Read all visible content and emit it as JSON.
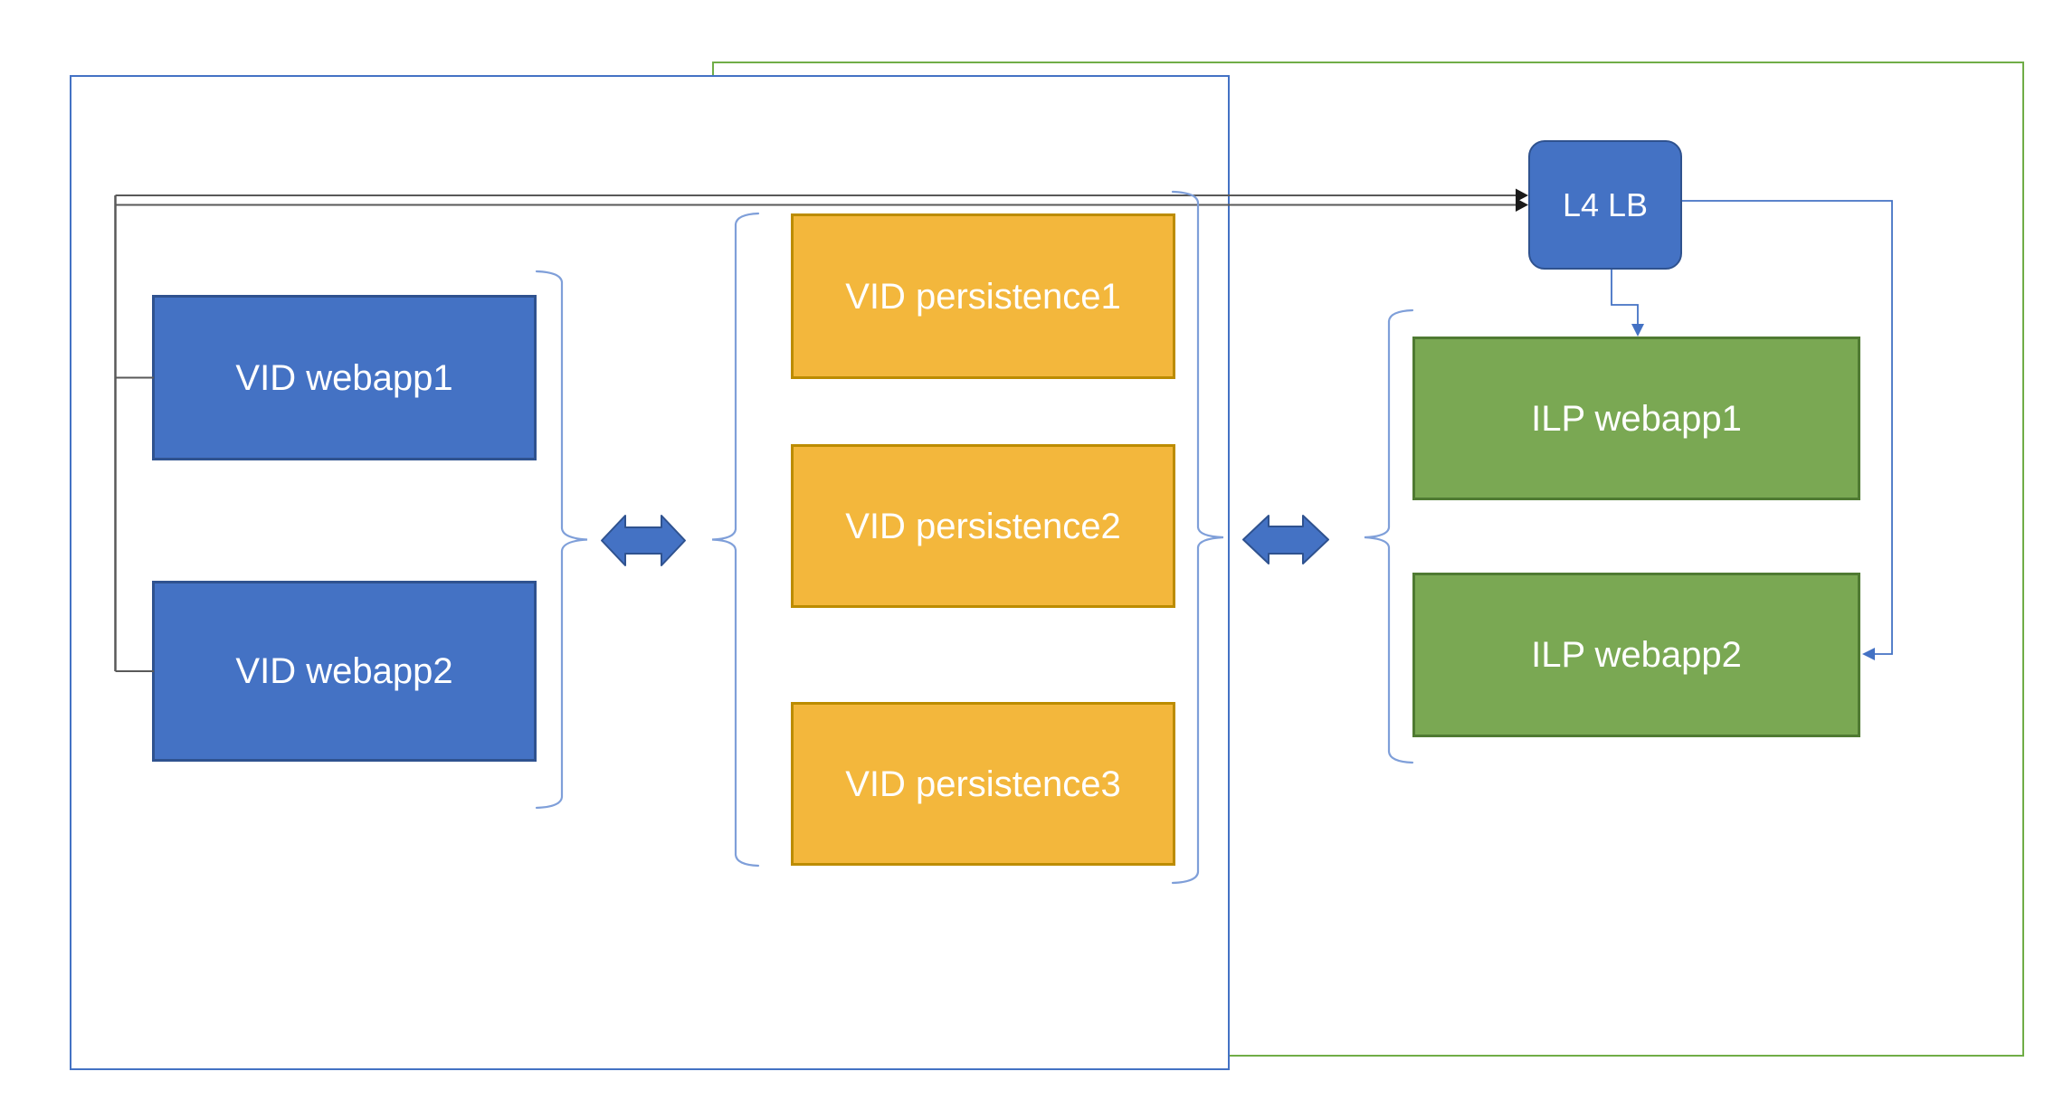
{
  "colors": {
    "background": "#FFFFFF",
    "text": "#FFFFFF",
    "node_blue": "#4472C4",
    "node_blue_border": "#2F528F",
    "node_orange": "#F3B73C",
    "node_orange_border": "#BC8C00",
    "node_green": "#7AA853",
    "node_green_border": "#4F7A32",
    "container_blue": "#4472C4",
    "container_green": "#70AD47",
    "connector_gray": "#595959",
    "connector_blue": "#4472C4",
    "brace_blue": "#7F9FD9",
    "arrowhead_black": "#1A1A1A"
  },
  "nodes": {
    "vid_webapp1": {
      "label": "VID webapp1"
    },
    "vid_webapp2": {
      "label": "VID webapp2"
    },
    "vid_persistence1": {
      "label": "VID persistence1"
    },
    "vid_persistence2": {
      "label": "VID persistence2"
    },
    "vid_persistence3": {
      "label": "VID persistence3"
    },
    "ilp_webapp1": {
      "label": "ILP webapp1"
    },
    "ilp_webapp2": {
      "label": "ILP webapp2"
    },
    "l4_lb": {
      "label": "L4 LB"
    }
  },
  "connections": [
    {
      "from": "vid_webapp1",
      "to": "l4_lb",
      "style": "gray elbow line, black arrowhead into L4 LB left side"
    },
    {
      "from": "vid_webapp2",
      "to": "l4_lb",
      "style": "gray elbow line, black arrowhead into L4 LB left side"
    },
    {
      "from": "l4_lb",
      "to": "ilp_webapp1",
      "style": "blue elbow line, arrowhead into top of ILP webapp1"
    },
    {
      "from": "l4_lb",
      "to": "ilp_webapp2",
      "style": "blue elbow line from right side, arrowhead into right of ILP webapp2"
    },
    {
      "between": [
        "vid webapp group",
        "vid persistence group"
      ],
      "style": "blue double-headed arrow"
    },
    {
      "between": [
        "vid persistence group",
        "ilp webapp group"
      ],
      "style": "blue double-headed arrow"
    }
  ],
  "groups": [
    {
      "name": "vid-webapps",
      "brace": "right curly brace beside VID webapp boxes"
    },
    {
      "name": "vid-persistence",
      "braces": "left and right curly braces around VID persistence boxes"
    },
    {
      "name": "ilp-webapps",
      "brace": "left curly brace beside ILP webapp boxes"
    }
  ]
}
